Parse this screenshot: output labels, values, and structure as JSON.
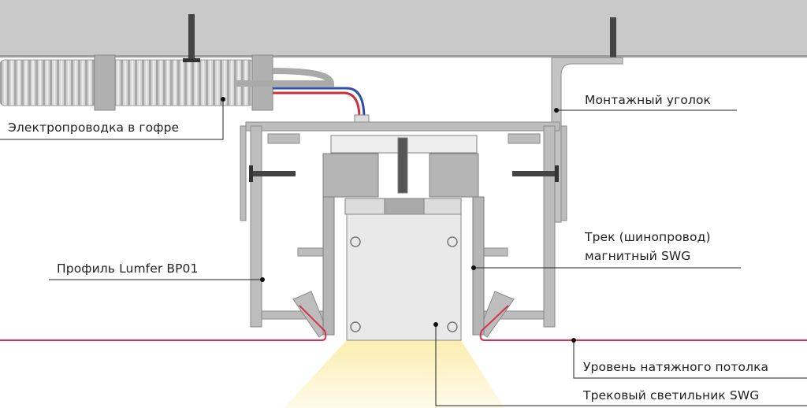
{
  "labels": {
    "wiring": "Электропроводка в гофре",
    "bracket": "Монтажный уголок",
    "track_line1": "Трек (шинопровод)",
    "track_line2": "магнитный SWG",
    "profile": "Профиль Lumfer BP01",
    "ceiling_level": "Уровень натяжного потолка",
    "luminaire": "Трековый светильник SWG"
  },
  "colors": {
    "concrete": "#c9c9c9",
    "aluminium": "#b8b8b8",
    "ceiling_line": "#d4324a",
    "light": "#fdf3c4"
  }
}
